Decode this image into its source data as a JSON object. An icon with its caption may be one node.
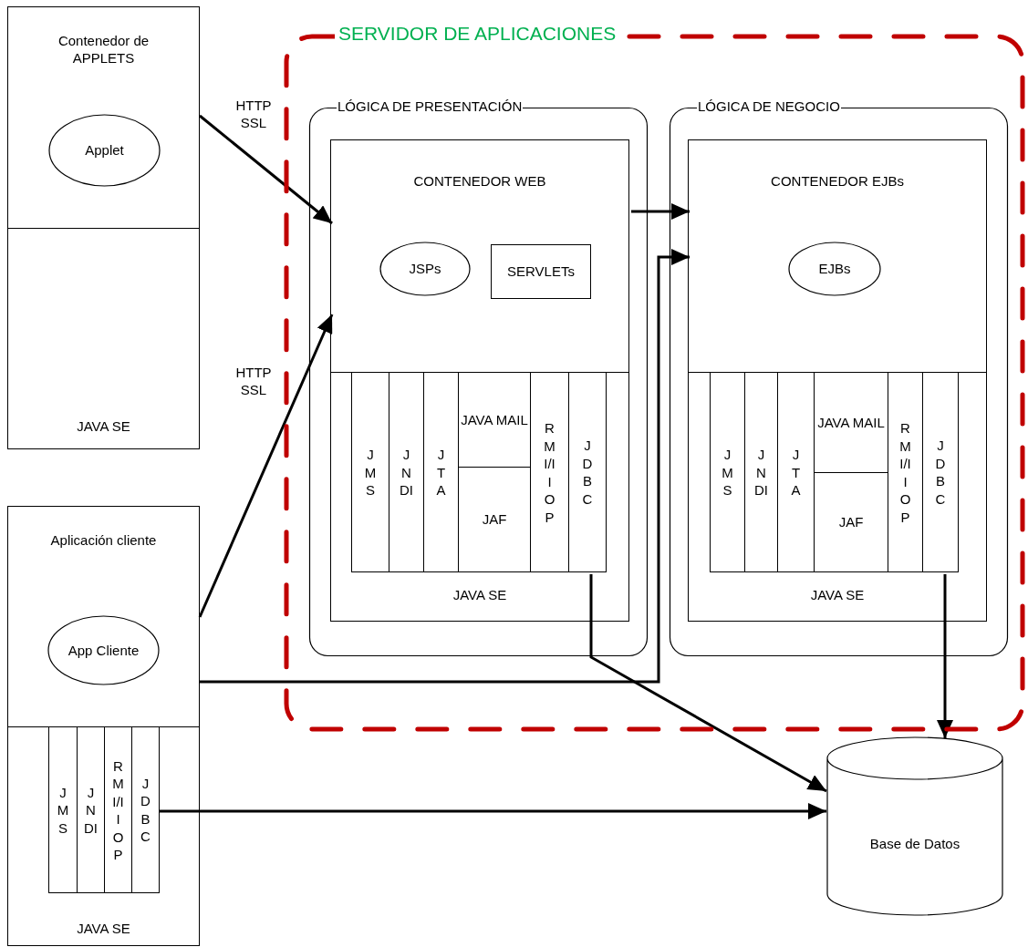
{
  "diagram": {
    "nodes": [
      {
        "text": [
          "Contenedor de APPLETS"
        ]
      },
      {
        "text": [
          "Applet"
        ],
        "in": 0
      },
      {
        "text": [
          "JAVA SE"
        ]
      },
      {
        "text": [
          "SERVIDOR DE APLICACIONES"
        ]
      },
      {
        "text": [
          "LÓGICA DE PRESENTACIÓN"
        ],
        "in": 3
      },
      {
        "text": [
          "CONTENEDOR WEB"
        ],
        "in": 4
      },
      {
        "text": [
          "JSPs"
        ],
        "in": 5
      },
      {
        "text": [
          "SERVLETs"
        ],
        "in": 5
      },
      {
        "text": [
          "JAVA SE"
        ],
        "in": 4
      },
      {
        "text": [
          "JMS"
        ],
        "in": 8
      },
      {
        "text": [
          "JNDI"
        ],
        "in": 8
      },
      {
        "text": [
          "JTA"
        ],
        "in": 8
      },
      {
        "text": [
          "JAVA MAIL"
        ],
        "in": 8
      },
      {
        "text": [
          "JAF"
        ],
        "in": 8
      },
      {
        "text": [
          "RMI/IIOP"
        ],
        "in": 8
      },
      {
        "text": [
          "JDBC"
        ],
        "in": 8
      },
      {
        "text": [
          "LÓGICA DE NEGOCIO"
        ],
        "in": 3
      },
      {
        "text": [
          "CONTENEDOR EJBs"
        ],
        "in": 16
      },
      {
        "text": [
          "EJBs"
        ],
        "in": 17
      },
      {
        "text": [
          "JAVA SE"
        ],
        "in": 16
      },
      {
        "text": [
          "JMS"
        ],
        "in": 19
      },
      {
        "text": [
          "JNDI"
        ],
        "in": 19
      },
      {
        "text": [
          "JTA"
        ],
        "in": 19
      },
      {
        "text": [
          "JAVA MAIL"
        ],
        "in": 19
      },
      {
        "text": [
          "JAF"
        ],
        "in": 19
      },
      {
        "text": [
          "RMI/IIOP"
        ],
        "in": 19
      },
      {
        "text": [
          "JDBC"
        ],
        "in": 19
      },
      {
        "text": [
          "Aplicación cliente"
        ]
      },
      {
        "text": [
          "App Cliente"
        ],
        "in": 27
      },
      {
        "text": [
          "JAVA SE"
        ]
      },
      {
        "text": [
          "JMS"
        ],
        "in": 29
      },
      {
        "text": [
          "JNDI"
        ],
        "in": 29
      },
      {
        "text": [
          "RMI/IIOP"
        ],
        "in": 29
      },
      {
        "text": [
          "JDBC"
        ],
        "in": 29
      },
      {
        "text": [
          "Base de Datos"
        ]
      }
    ],
    "edges": [
      {
        "from": 0,
        "to": 5,
        "arrow": "to",
        "label": "HTTP SSL"
      },
      {
        "from": 27,
        "to": 5,
        "arrow": "to",
        "label": "HTTP SSL"
      },
      {
        "from": 5,
        "to": 17,
        "arrow": "to"
      },
      {
        "from": 27,
        "to": 17,
        "arrow": "to"
      },
      {
        "from": 15,
        "to": 34,
        "arrow": "to"
      },
      {
        "from": 26,
        "to": 34,
        "arrow": "to"
      },
      {
        "from": 33,
        "to": 34,
        "arrow": "to"
      }
    ]
  }
}
